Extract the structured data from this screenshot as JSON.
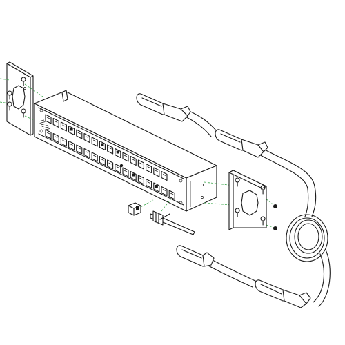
{
  "figure": {
    "description_visible_text": "",
    "colors": {
      "line": "#1a1a1a",
      "alignment_guide": "#3aa64a",
      "background": "#ffffff"
    },
    "parts": [
      {
        "name": "left-mounting-bracket",
        "icon": "bracket-icon"
      },
      {
        "name": "patch-panel-chassis",
        "icon": "patch-panel-icon"
      },
      {
        "name": "right-mounting-bracket",
        "icon": "bracket-icon"
      },
      {
        "name": "mounting-screws",
        "icon": "screw-icon"
      },
      {
        "name": "keystone-blank",
        "icon": "blank-insert-icon"
      },
      {
        "name": "cable-tie",
        "icon": "cable-tie-icon"
      },
      {
        "name": "trunk-cable-assembly",
        "icon": "cable-icon"
      }
    ]
  }
}
